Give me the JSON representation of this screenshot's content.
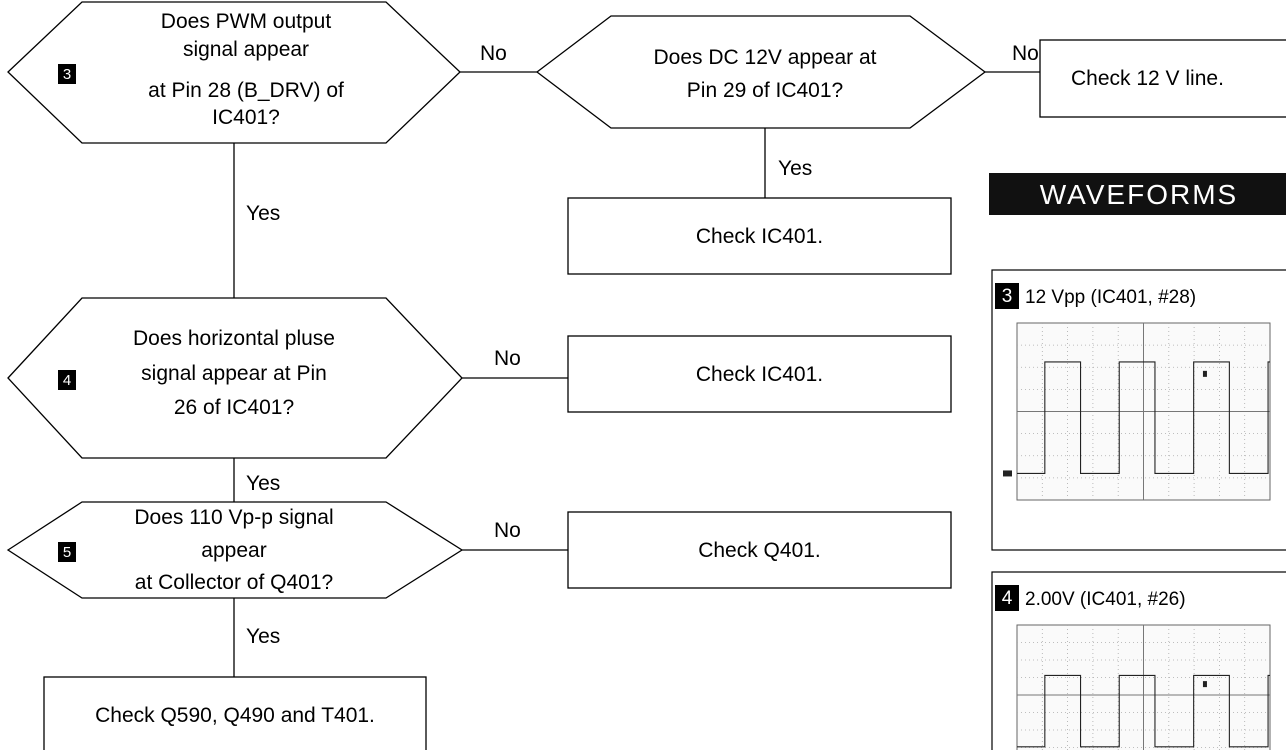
{
  "labels": {
    "no": "No",
    "yes": "Yes"
  },
  "decisions": {
    "d3": {
      "badge": "3",
      "lines": [
        "Does PWM output",
        "signal appear",
        "at Pin 28 (B_DRV) of",
        "IC401?"
      ]
    },
    "dc12": {
      "lines": [
        "Does DC 12V appear at",
        "Pin 29 of IC401?"
      ]
    },
    "d4": {
      "badge": "4",
      "lines": [
        "Does horizontal pluse",
        "signal appear at Pin",
        "26 of IC401?"
      ]
    },
    "d5": {
      "badge": "5",
      "lines": [
        "Does 110 Vp-p signal",
        "appear",
        "at Collector of Q401?"
      ]
    }
  },
  "actions": {
    "check_12v": "Check 12 V line.",
    "check_ic401_a": "Check IC401.",
    "check_ic401_b": "Check IC401.",
    "check_q401": "Check Q401.",
    "check_final": "Check Q590, Q490 and T401."
  },
  "waveforms": {
    "title": "WAVEFORMS",
    "w3": {
      "badge": "3",
      "caption": "12 Vpp (IC401, #28)"
    },
    "w4": {
      "badge": "4",
      "caption": "2.00V (IC401, #26)"
    }
  }
}
